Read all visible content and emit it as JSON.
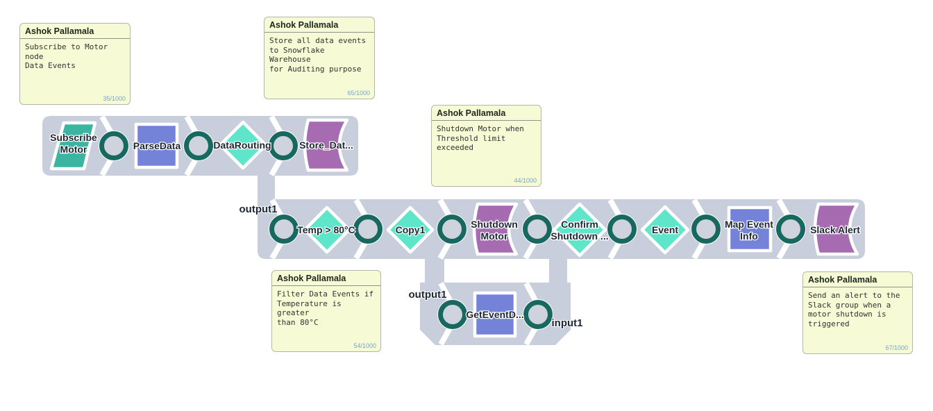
{
  "colors": {
    "canvas": "#ffffff",
    "pipeline_track": "#c9cedc",
    "connector_ring": "#17695f",
    "connector_fill": "#ced3de",
    "snap_teal": "#3cb4a2",
    "snap_mint": "#5ee5ca",
    "snap_blue": "#7482d7",
    "snap_purple": "#a76bb2",
    "label_text": "#1d2633",
    "note_bg": "#f6fbd5",
    "note_border": "#b3b6ab",
    "note_counter_text": "#76a5c4"
  },
  "ports": {
    "pipeline_output": "output1",
    "subflow_output": "output1",
    "subflow_input": "input1"
  },
  "snaps": {
    "subscribe_motor": {
      "line1": "Subscribe",
      "line2": "Motor"
    },
    "parse_data": {
      "line1": "ParseData"
    },
    "data_routing": {
      "line1": "DataRouting"
    },
    "store_data": {
      "line1": "Store_Dat..."
    },
    "temp_filter": {
      "line1": "Temp > 80°C"
    },
    "copy1": {
      "line1": "Copy1"
    },
    "shutdown_motor": {
      "line1": "Shutdown",
      "line2": "Motor"
    },
    "confirm_shutdown": {
      "line1": "Confirm",
      "line2": "Shutdown ..."
    },
    "event": {
      "line1": "Event"
    },
    "map_event_info": {
      "line1": "Map Event",
      "line2": "Info"
    },
    "slack_alert": {
      "line1": "Slack Alert"
    },
    "get_event_details": {
      "line1": "GetEventD..."
    }
  },
  "notes": [
    {
      "author": "Ashok Pallamala",
      "body": "Subscribe to Motor node\nData Events",
      "counter": "35/1000"
    },
    {
      "author": "Ashok Pallamala",
      "body": "Store all data events\nto Snowflake Warehouse\nfor Auditing purpose",
      "counter": "65/1000"
    },
    {
      "author": "Ashok Pallamala",
      "body": "Shutdown Motor when\nThreshold limit\nexceeded",
      "counter": "44/1000"
    },
    {
      "author": "Ashok Pallamala",
      "body": "Filter Data Events if\nTemperature is greater\nthan 80°C",
      "counter": "54/1000"
    },
    {
      "author": "Ashok Pallamala",
      "body": "Send an alert to the\nSlack group when a\nmotor shutdown is\ntriggered",
      "counter": "67/1000"
    }
  ]
}
